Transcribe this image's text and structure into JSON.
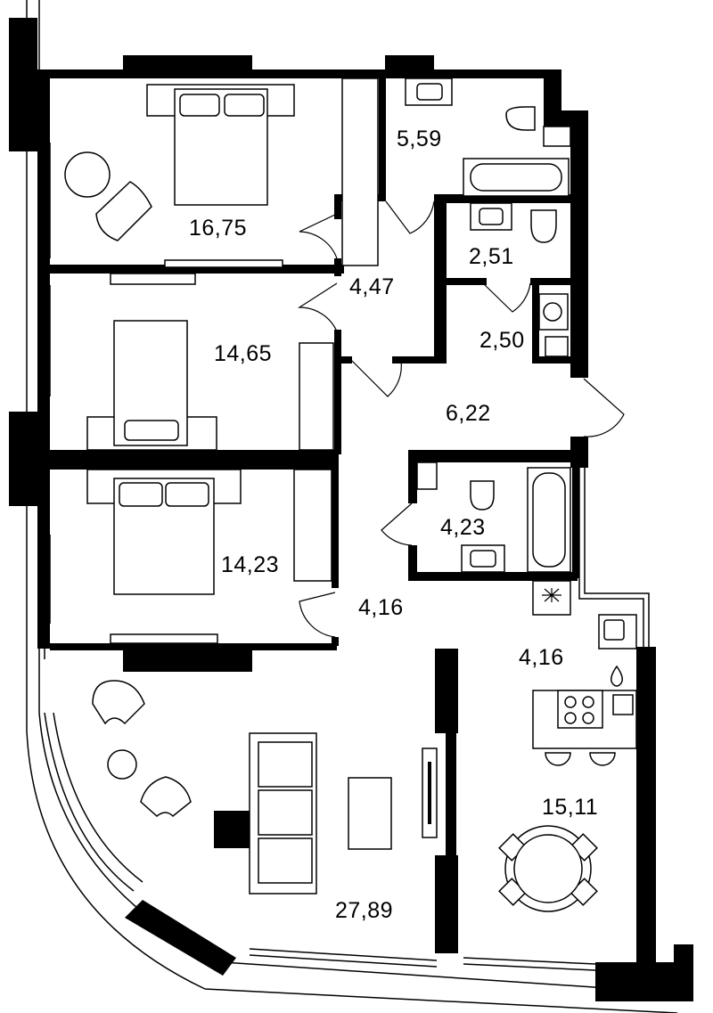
{
  "floor_plan": {
    "colors": {
      "wall": "#000000",
      "background": "#ffffff"
    },
    "rooms": [
      {
        "id": "bedroom-1",
        "area": "16,75"
      },
      {
        "id": "bathroom-1",
        "area": "5,59"
      },
      {
        "id": "hall-upper",
        "area": "4,47"
      },
      {
        "id": "wc",
        "area": "2,51"
      },
      {
        "id": "laundry",
        "area": "2,50"
      },
      {
        "id": "bedroom-2",
        "area": "14,65"
      },
      {
        "id": "corridor",
        "area": "6,22"
      },
      {
        "id": "bathroom-2",
        "area": "4,23"
      },
      {
        "id": "bedroom-3",
        "area": "14,23"
      },
      {
        "id": "hall-lower",
        "area": "4,16"
      },
      {
        "id": "kitchen",
        "area": "4,16"
      },
      {
        "id": "dining",
        "area": "15,11"
      },
      {
        "id": "living-room",
        "area": "27,89"
      }
    ]
  }
}
